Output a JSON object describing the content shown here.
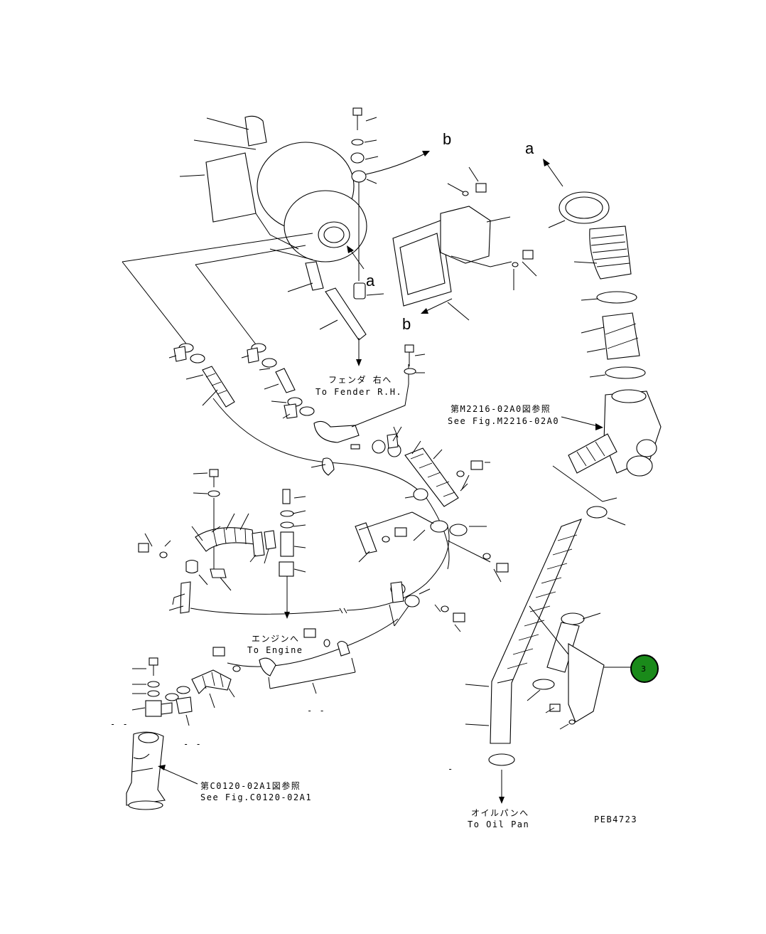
{
  "ref_letters": {
    "a": "a",
    "b": "b"
  },
  "callouts": {
    "fender_jp": "フェンダ 右へ",
    "fender_en": "To Fender R.H.",
    "see_m2216_jp": "第M2216-02A0図参照",
    "see_m2216_en": "See Fig.M2216-02A0",
    "engine_jp": "エンジンへ",
    "engine_en": "To Engine",
    "see_c0120_jp": "第C0120-02A1図参照",
    "see_c0120_en": "See Fig.C0120-02A1",
    "oilpan_jp": "オイルパンへ",
    "oilpan_en": "To Oil Pan"
  },
  "drawing_number": "PEB4723",
  "part_badge": {
    "label": "3",
    "color": "#1a8a1a"
  },
  "dashes": {
    "d1": "- -",
    "d2": "- -",
    "d3": "- -",
    "d4": "-"
  }
}
